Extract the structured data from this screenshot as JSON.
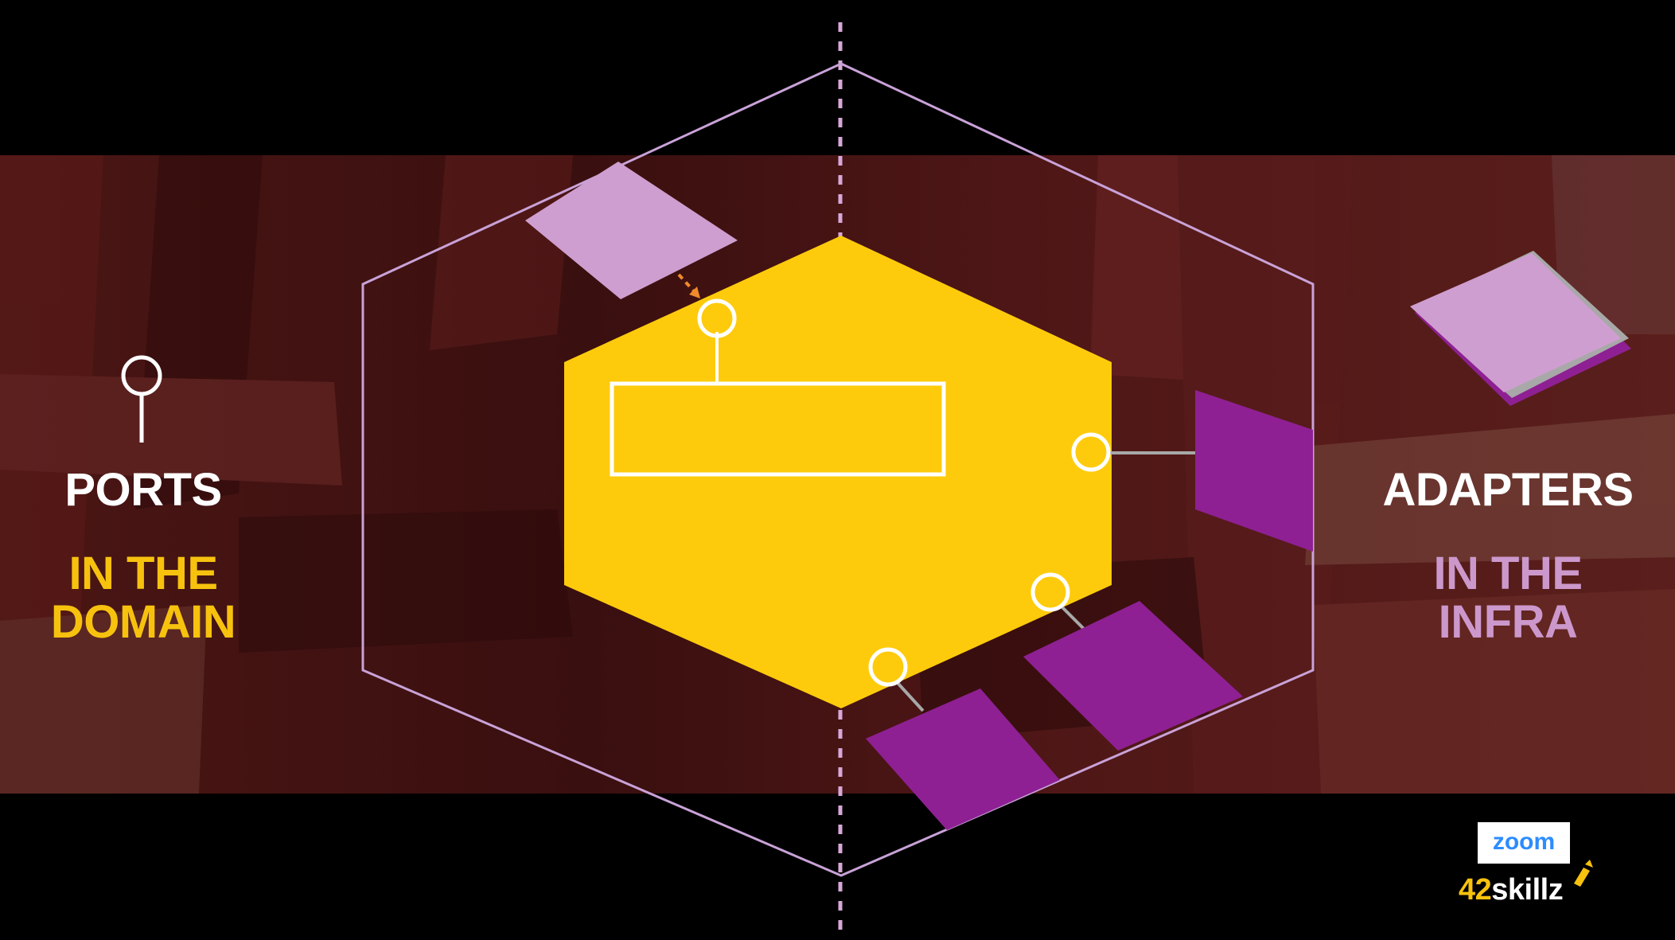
{
  "left_panel": {
    "title": "PORTS",
    "subtitle_line1": "IN THE",
    "subtitle_line2": "DOMAIN"
  },
  "right_panel": {
    "title": "ADAPTERS",
    "subtitle_line1": "IN THE",
    "subtitle_line2": "INFRA"
  },
  "branding": {
    "meeting_app": "zoom",
    "company_number": "42",
    "company_name": "skillz"
  },
  "colors": {
    "domain_yellow": "#fecb0c",
    "adapter_purple": "#8e2093",
    "light_lilac": "#cf9ed0",
    "hexagon_outline": "#c8a0d8",
    "background_maroon": "#4e1414",
    "arrow_orange": "#f08a2a"
  },
  "icons": [
    "port-icon",
    "adapter-icon",
    "zoom-logo",
    "pencil-mark-icon"
  ]
}
